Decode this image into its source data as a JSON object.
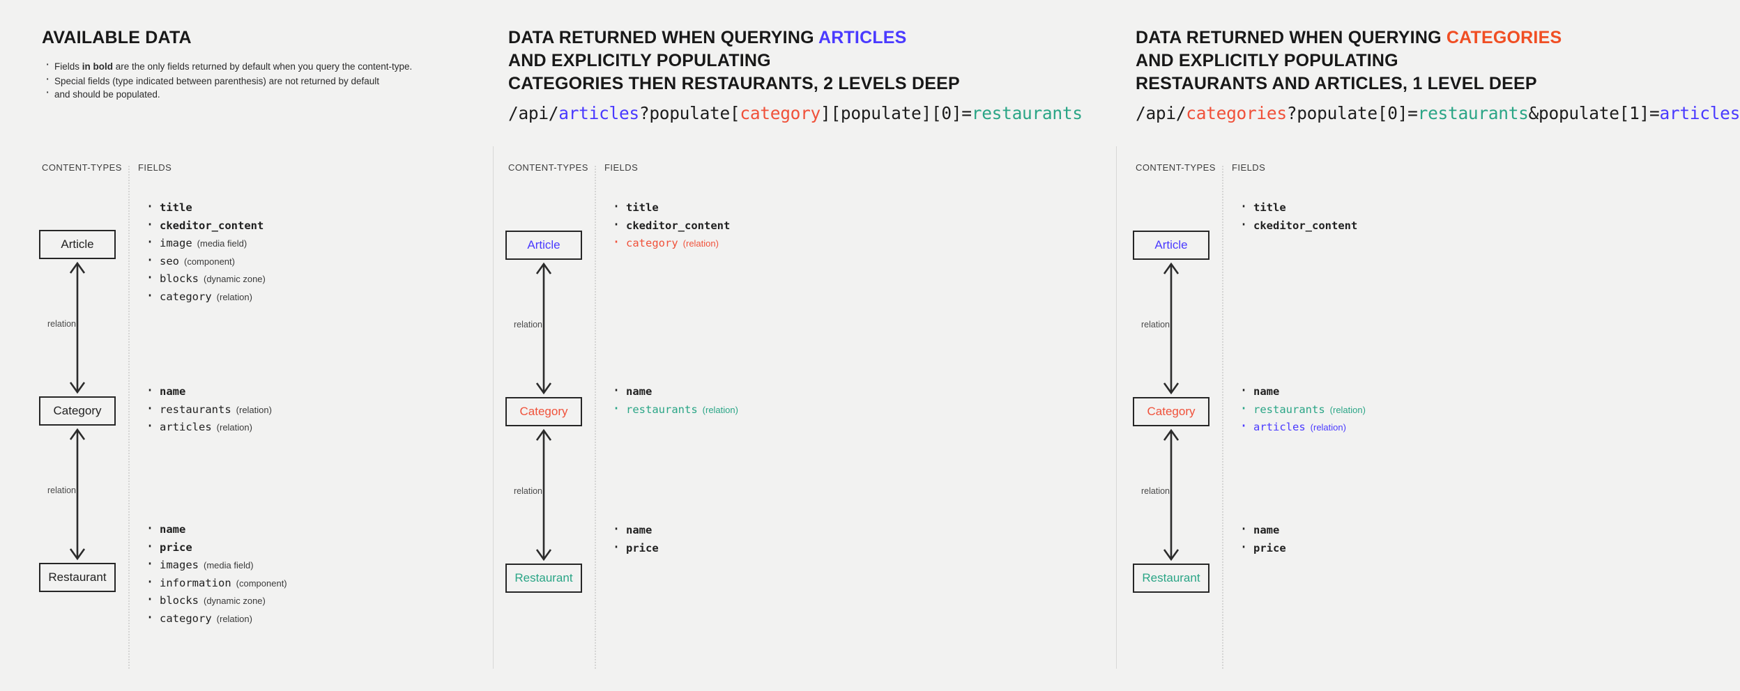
{
  "canvas": {
    "background": "#f2f2f1"
  },
  "colors": {
    "blue": "#4a3aff",
    "red": "#f0513a",
    "teal": "#2aa586",
    "ink": "#1c1c1c"
  },
  "panels": [
    {
      "id": "available-data",
      "heading_lines": [
        "AVAILABLE DATA"
      ],
      "heading_highlight": "",
      "notes": [
        {
          "pre": "Fields ",
          "bold": "in bold",
          "post": " are the only fields returned by default when you query the content-type."
        },
        {
          "pre": "Special fields (type indicated between parenthesis) are not returned by default",
          "bold": "",
          "post": ""
        },
        {
          "pre": "and should be populated.",
          "bold": "",
          "post": ""
        }
      ],
      "api_path": null,
      "col_labels": {
        "types": "CONTENT-TYPES",
        "fields": "FIELDS"
      },
      "entities": [
        {
          "name": "Article",
          "tone": "plain"
        },
        {
          "name": "Category",
          "tone": "plain"
        },
        {
          "name": "Restaurant",
          "tone": "plain"
        }
      ],
      "relations": [
        {
          "label": "relation"
        },
        {
          "label": "relation"
        }
      ],
      "field_groups": [
        [
          {
            "name": "title",
            "type": "",
            "bold": true,
            "tone": "plain"
          },
          {
            "name": "ckeditor_content",
            "type": "",
            "bold": true,
            "tone": "plain"
          },
          {
            "name": "image",
            "type": "(media field)",
            "bold": false,
            "tone": "plain"
          },
          {
            "name": "seo",
            "type": "(component)",
            "bold": false,
            "tone": "plain"
          },
          {
            "name": "blocks",
            "type": "(dynamic zone)",
            "bold": false,
            "tone": "plain"
          },
          {
            "name": "category",
            "type": "(relation)",
            "bold": false,
            "tone": "plain"
          }
        ],
        [
          {
            "name": "name",
            "type": "",
            "bold": true,
            "tone": "plain"
          },
          {
            "name": "restaurants",
            "type": "(relation)",
            "bold": false,
            "tone": "plain"
          },
          {
            "name": "articles",
            "type": "(relation)",
            "bold": false,
            "tone": "plain"
          }
        ],
        [
          {
            "name": "name",
            "type": "",
            "bold": true,
            "tone": "plain"
          },
          {
            "name": "price",
            "type": "",
            "bold": true,
            "tone": "plain"
          },
          {
            "name": "images",
            "type": "(media field)",
            "bold": false,
            "tone": "plain"
          },
          {
            "name": "information",
            "type": "(component)",
            "bold": false,
            "tone": "plain"
          },
          {
            "name": "blocks",
            "type": "(dynamic zone)",
            "bold": false,
            "tone": "plain"
          },
          {
            "name": "category",
            "type": "(relation)",
            "bold": false,
            "tone": "plain"
          }
        ]
      ]
    },
    {
      "id": "query-articles",
      "heading_lines": [
        {
          "text": "DATA RETURNED WHEN QUERYING ",
          "highlight": "ARTICLES",
          "highlight_tone": "blue"
        },
        {
          "text": "AND EXPLICITLY POPULATING",
          "highlight": "",
          "highlight_tone": ""
        },
        {
          "text": "CATEGORIES THEN RESTAURANTS, 2 LEVELS DEEP",
          "highlight": "",
          "highlight_tone": ""
        }
      ],
      "api_path": [
        {
          "t": "/api/",
          "tone": "plain"
        },
        {
          "t": "articles",
          "tone": "blue"
        },
        {
          "t": "?populate[",
          "tone": "plain"
        },
        {
          "t": "category",
          "tone": "red"
        },
        {
          "t": "][populate][0]=",
          "tone": "plain"
        },
        {
          "t": "restaurants",
          "tone": "teal"
        }
      ],
      "api_path_plain": "/api/articles?populate[category][populate][0]=restaurants",
      "col_labels": {
        "types": "CONTENT-TYPES",
        "fields": "FIELDS"
      },
      "entities": [
        {
          "name": "Article",
          "tone": "blue"
        },
        {
          "name": "Category",
          "tone": "red"
        },
        {
          "name": "Restaurant",
          "tone": "teal"
        }
      ],
      "relations": [
        {
          "label": "relation"
        },
        {
          "label": "relation"
        }
      ],
      "field_groups": [
        [
          {
            "name": "title",
            "type": "",
            "bold": true,
            "tone": "plain"
          },
          {
            "name": "ckeditor_content",
            "type": "",
            "bold": true,
            "tone": "plain"
          },
          {
            "name": "category",
            "type": "(relation)",
            "bold": false,
            "tone": "red"
          }
        ],
        [
          {
            "name": "name",
            "type": "",
            "bold": true,
            "tone": "plain"
          },
          {
            "name": "restaurants",
            "type": "(relation)",
            "bold": false,
            "tone": "teal"
          }
        ],
        [
          {
            "name": "name",
            "type": "",
            "bold": true,
            "tone": "plain"
          },
          {
            "name": "price",
            "type": "",
            "bold": true,
            "tone": "plain"
          }
        ]
      ]
    },
    {
      "id": "query-categories",
      "heading_lines": [
        {
          "text": "DATA RETURNED WHEN QUERYING ",
          "highlight": "CATEGORIES",
          "highlight_tone": "red"
        },
        {
          "text": "AND EXPLICITLY POPULATING",
          "highlight": "",
          "highlight_tone": ""
        },
        {
          "text": "RESTAURANTS AND ARTICLES, 1 LEVEL DEEP",
          "highlight": "",
          "highlight_tone": ""
        }
      ],
      "api_path": [
        {
          "t": "/api/",
          "tone": "plain"
        },
        {
          "t": "categories",
          "tone": "red"
        },
        {
          "t": "?populate[0]=",
          "tone": "plain"
        },
        {
          "t": "restaurants",
          "tone": "teal"
        },
        {
          "t": "&populate[1]=",
          "tone": "plain"
        },
        {
          "t": "articles",
          "tone": "blue"
        }
      ],
      "api_path_plain": "/api/categories?populate[0]=restaurants&populate[1]=articles",
      "col_labels": {
        "types": "CONTENT-TYPES",
        "fields": "FIELDS"
      },
      "entities": [
        {
          "name": "Article",
          "tone": "blue"
        },
        {
          "name": "Category",
          "tone": "red"
        },
        {
          "name": "Restaurant",
          "tone": "teal"
        }
      ],
      "relations": [
        {
          "label": "relation"
        },
        {
          "label": "relation"
        }
      ],
      "field_groups": [
        [
          {
            "name": "title",
            "type": "",
            "bold": true,
            "tone": "plain"
          },
          {
            "name": "ckeditor_content",
            "type": "",
            "bold": true,
            "tone": "plain"
          }
        ],
        [
          {
            "name": "name",
            "type": "",
            "bold": true,
            "tone": "plain"
          },
          {
            "name": "restaurants",
            "type": "(relation)",
            "bold": false,
            "tone": "teal"
          },
          {
            "name": "articles",
            "type": "(relation)",
            "bold": false,
            "tone": "blue"
          }
        ],
        [
          {
            "name": "name",
            "type": "",
            "bold": true,
            "tone": "plain"
          },
          {
            "name": "price",
            "type": "",
            "bold": true,
            "tone": "plain"
          }
        ]
      ]
    }
  ]
}
